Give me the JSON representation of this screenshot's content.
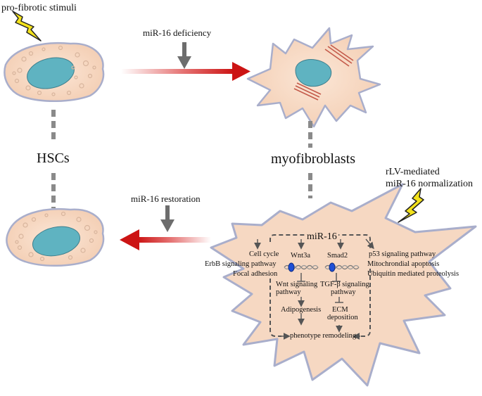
{
  "labels": {
    "stimuli": "pro-fibrotic stimuli",
    "deficiency": "miR-16 deficiency",
    "restoration": "miR-16 restoration",
    "hscs": "HSCs",
    "myofibroblasts": "myofibroblasts",
    "rlv_line1": "rLV-mediated",
    "rlv_line2": "miR-16 normalization"
  },
  "mechanism": {
    "title": "miR-16",
    "left": [
      "Cell cycle",
      "ErbB signaling pathway",
      "Focal adhesion"
    ],
    "right": [
      "p53 signaling pathway",
      "Mitochrondial apoptosis",
      "Ubiquitin mediated proteolysis"
    ],
    "wnt3a": "Wnt3a",
    "smad2": "Smad2",
    "wnt_pathway": [
      "Wnt signaling",
      "pathway"
    ],
    "tgf_pathway": [
      "TGF-β signaling",
      "pathway"
    ],
    "adipogenesis": "Adipogenesis",
    "ecm": [
      "ECM",
      "deposition"
    ],
    "outcome": "phenotype remodeling"
  },
  "colors": {
    "cell_fill": "#f8dcc6",
    "cell_edge": "#b5b8d2",
    "nucleus": "#5fb3c1",
    "arrow_red": "#d21c1c",
    "lightning": "#f3e21b"
  }
}
